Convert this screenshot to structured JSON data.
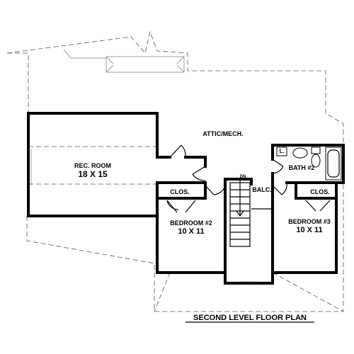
{
  "plan": {
    "title": "SECOND LEVEL FLOOR PLAN",
    "rooms": [
      {
        "id": "attic",
        "name": "ATTIC/MECH.",
        "size": ""
      },
      {
        "id": "rec",
        "name": "REC. ROOM",
        "size": "18 X 15"
      },
      {
        "id": "bath2",
        "name": "BATH #2",
        "size": ""
      },
      {
        "id": "linen",
        "name": "L.",
        "size": ""
      },
      {
        "id": "balc",
        "name": "BALC.",
        "size": ""
      },
      {
        "id": "clos1",
        "name": "CLOS.",
        "size": ""
      },
      {
        "id": "clos2",
        "name": "CLOS.",
        "size": ""
      },
      {
        "id": "bed2",
        "name": "BEDROOM #2",
        "size": "10 X 11"
      },
      {
        "id": "bed3",
        "name": "BEDROOM #3",
        "size": "10 X 11"
      }
    ],
    "stair_label": "DN"
  }
}
